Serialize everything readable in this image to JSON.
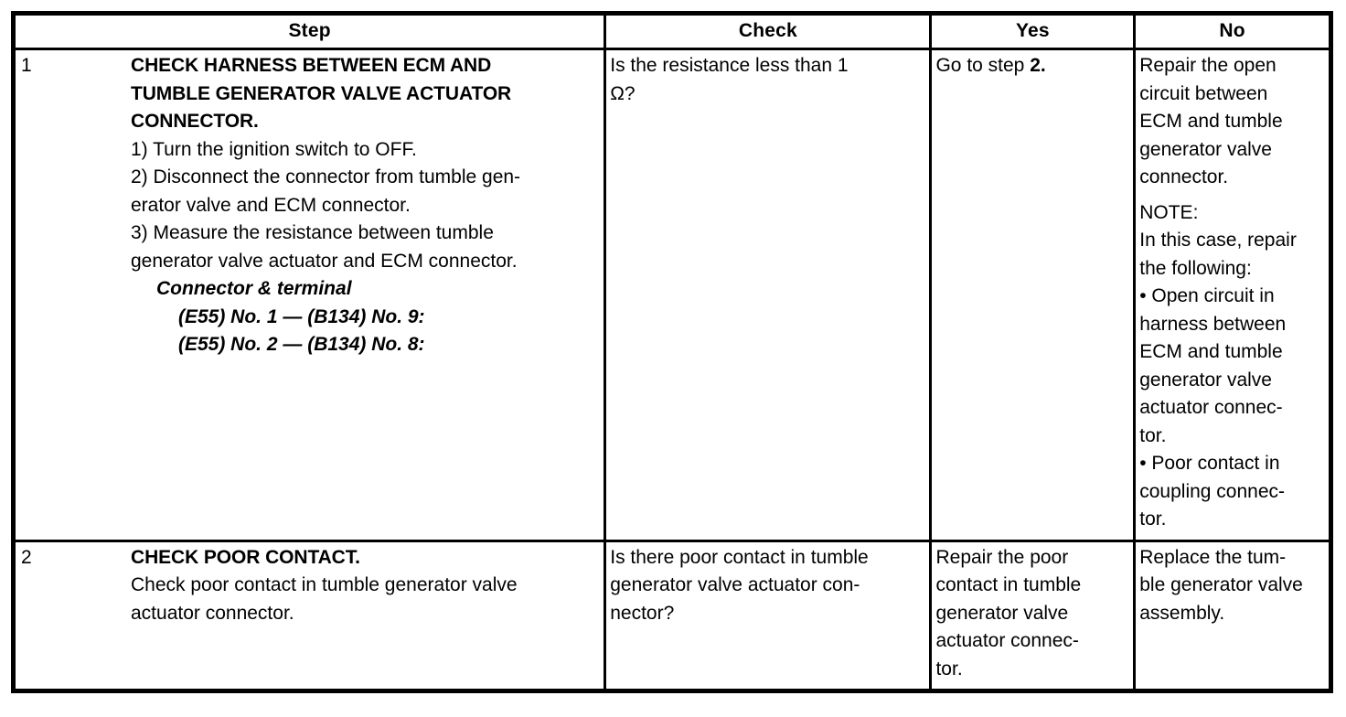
{
  "table": {
    "headers": {
      "step": "Step",
      "check": "Check",
      "yes": "Yes",
      "no": "No"
    },
    "rows": [
      {
        "number": "1",
        "step": {
          "title_line_1": "CHECK HARNESS BETWEEN ECM AND",
          "title_line_2": "TUMBLE GENERATOR VALVE ACTUATOR",
          "title_line_3": "CONNECTOR.",
          "item_1": "1)  Turn the ignition switch to OFF.",
          "item_2_line_1": "2)  Disconnect the connector from tumble gen-",
          "item_2_line_2": "erator valve and ECM connector.",
          "item_3_line_1": "3)  Measure the resistance between tumble",
          "item_3_line_2": "generator valve actuator and ECM connector.",
          "connector_heading": "Connector & terminal",
          "connector_line_1": "(E55) No. 1 — (B134) No. 9:",
          "connector_line_2": "(E55) No. 2 — (B134) No. 8:"
        },
        "check_line_1": "Is the resistance less than 1",
        "check_line_2": "Ω?",
        "yes_prefix": "Go to step ",
        "yes_bold": "2.",
        "no_line_1": "Repair the open",
        "no_line_2": "circuit between",
        "no_line_3": "ECM and tumble",
        "no_line_4": "generator valve",
        "no_line_5": "connector.",
        "no_note_label": "NOTE:",
        "no_note_line_1": "In this case, repair",
        "no_note_line_2": "the following:",
        "no_bullet_1_line_1": "•  Open circuit in",
        "no_bullet_1_line_2": "harness between",
        "no_bullet_1_line_3": "ECM and tumble",
        "no_bullet_1_line_4": "generator valve",
        "no_bullet_1_line_5": "actuator connec-",
        "no_bullet_1_line_6": "tor.",
        "no_bullet_2_line_1": "•  Poor contact in",
        "no_bullet_2_line_2": "coupling connec-",
        "no_bullet_2_line_3": "tor."
      },
      {
        "number": "2",
        "step": {
          "title_line_1": "CHECK POOR CONTACT.",
          "body_line_1": "Check poor contact in tumble generator valve",
          "body_line_2": "actuator connector."
        },
        "check_line_1": "Is there poor contact in tumble",
        "check_line_2": "generator valve actuator con-",
        "check_line_3": "nector?",
        "yes_line_1": "Repair the poor",
        "yes_line_2": "contact in tumble",
        "yes_line_3": "generator valve",
        "yes_line_4": "actuator connec-",
        "yes_line_5": "tor.",
        "no_line_1": "Replace the tum-",
        "no_line_2": "ble generator valve",
        "no_line_3": "assembly."
      }
    ]
  },
  "colors": {
    "border": "#000000",
    "text": "#000000",
    "background": "#ffffff"
  }
}
